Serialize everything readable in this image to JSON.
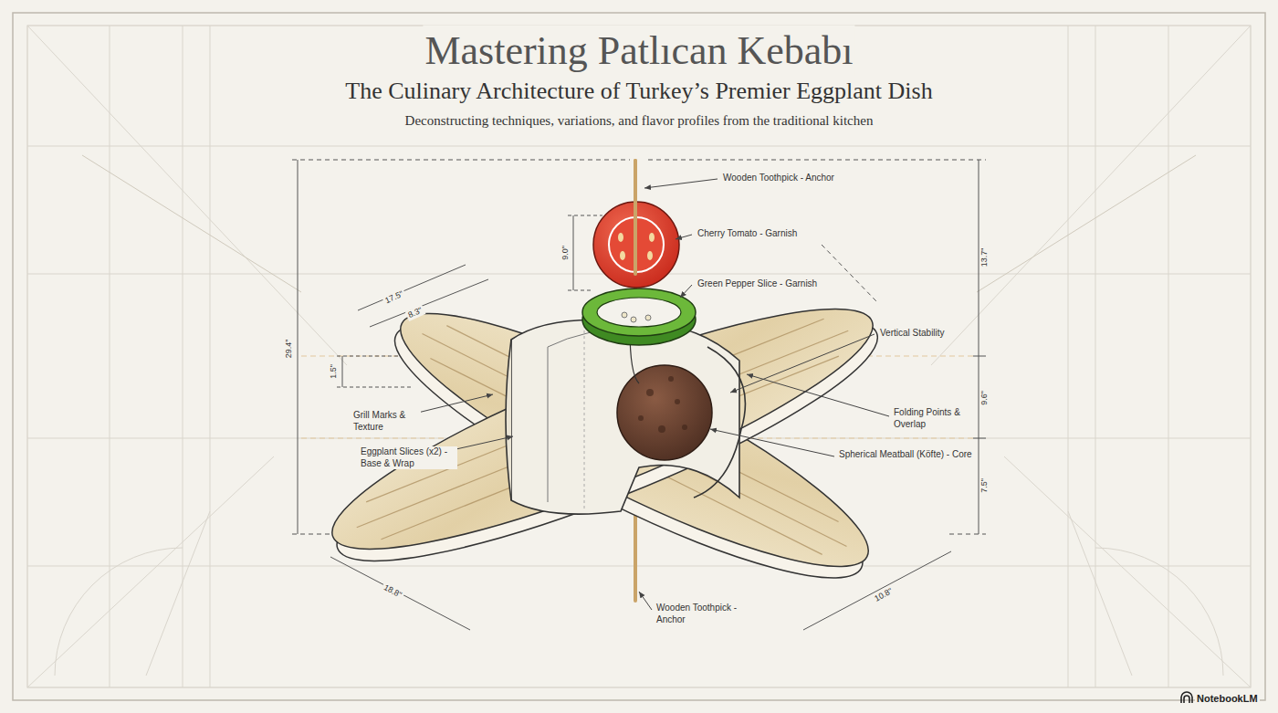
{
  "diagram": {
    "title": "Mastering Patlıcan Kebabı",
    "labels": [
      "The Culinary Architecture of Turkey’s Premier Eggplant Dish",
      "Deconstructing techniques, variations, and flavor profiles from the traditional kitchen",
      "Wooden Toothpick - Anchor",
      "Cherry Tomato - Garnish",
      "Green Pepper Slice - Garnish",
      "Vertical Stability",
      "Grill Marks & Texture",
      "Eggplant Slices (x2) - Base & Wrap",
      "Folding Points & Overlap",
      "Spherical Meatball (Köfte) - Core",
      "Wooden Toothpick - Anchor",
      "9.0\"",
      "13.7\"",
      "17.5\"",
      "8.3\"",
      "1.5\"",
      "29.4\"",
      "9.6\"",
      "7.5\"",
      "18.8\"",
      "10.8\"",
      "NotebookLM"
    ]
  }
}
